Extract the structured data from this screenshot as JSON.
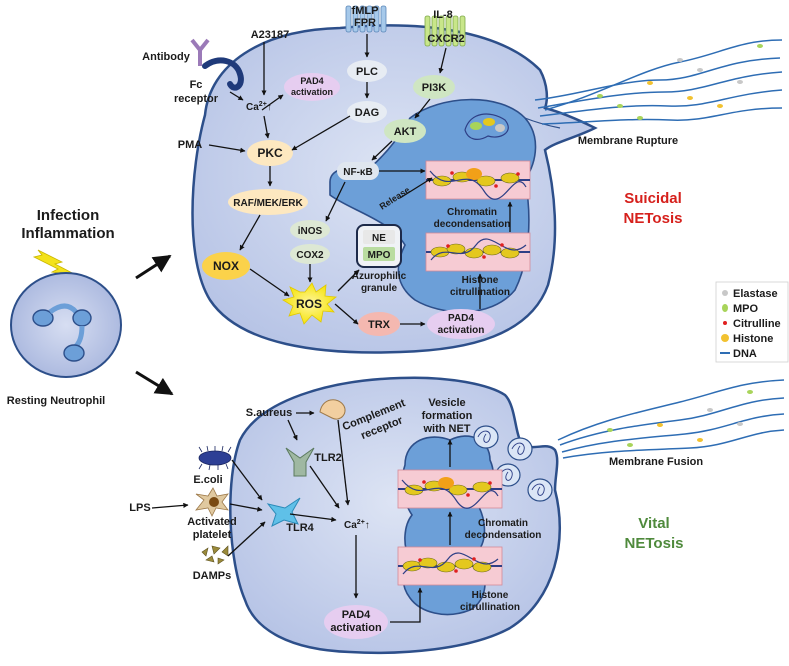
{
  "left": {
    "title": [
      "Infection",
      "Inflammation"
    ],
    "resting": "Resting Neutrophil"
  },
  "suicidal": {
    "title": [
      "Suicidal",
      "NETosis"
    ],
    "fmlp": "fMLP",
    "fpr": "FPR",
    "il8": "IL-8",
    "cxcr2": "CXCR2",
    "antibody": "Antibody",
    "fc_receptor": [
      "Fc",
      "receptor"
    ],
    "a23187": "A23187",
    "pma": "PMA",
    "ca": "Ca",
    "ca_sup": "2+",
    "pad4_top": [
      "PAD4",
      "activation"
    ],
    "plc": "PLC",
    "dag": "DAG",
    "pi3k": "PI3K",
    "akt": "AKT",
    "pkc": "PKC",
    "nfkb": "NF-κB",
    "release": "Release",
    "raf": "RAF/MEK/ERK",
    "inos": "iNOS",
    "cox2": "COX2",
    "nox": "NOX",
    "ros": "ROS",
    "trx": "TRX",
    "pad4_bottom": [
      "PAD4",
      "activation"
    ],
    "ne": "NE",
    "mpo": "MPO",
    "azurophilic": [
      "Azurophilic",
      "granule"
    ],
    "chromatin": [
      "Chromatin",
      "decondensation"
    ],
    "histone": [
      "Histone",
      "citrullination"
    ],
    "membrane_rupture": "Membrane Rupture"
  },
  "vital": {
    "title": [
      "Vital",
      "NETosis"
    ],
    "saureus": "S.aureus",
    "complement": [
      "Complement",
      "receptor"
    ],
    "tlr2": "TLR2",
    "tlr4": "TLR4",
    "ecoli": "E.coli",
    "lps": "LPS",
    "platelet": [
      "Activated",
      "platelet"
    ],
    "damps": "DAMPs",
    "ca": "Ca",
    "ca_sup": "2+",
    "pad4": [
      "PAD4",
      "activation"
    ],
    "vesicle": [
      "Vesicle",
      "formation",
      "with NET"
    ],
    "chromatin": [
      "Chromatin",
      "decondensation"
    ],
    "histone": [
      "Histone",
      "citrullination"
    ],
    "membrane_fusion": "Membrane Fusion"
  },
  "legend": {
    "items": [
      "Elastase",
      "MPO",
      "Citrulline",
      "Histone",
      "DNA"
    ],
    "colors": [
      "#c8c8c8",
      "#a8d45a",
      "#e02020",
      "#f2c230",
      "#2e6db4"
    ]
  },
  "colors": {
    "cell_fill": "#c9d3ec",
    "cell_edge": "#2d4f8a",
    "nucleus": "#6c9fd8",
    "suicidal_title": "#d6201c",
    "vital_title": "#4f8a3c"
  }
}
